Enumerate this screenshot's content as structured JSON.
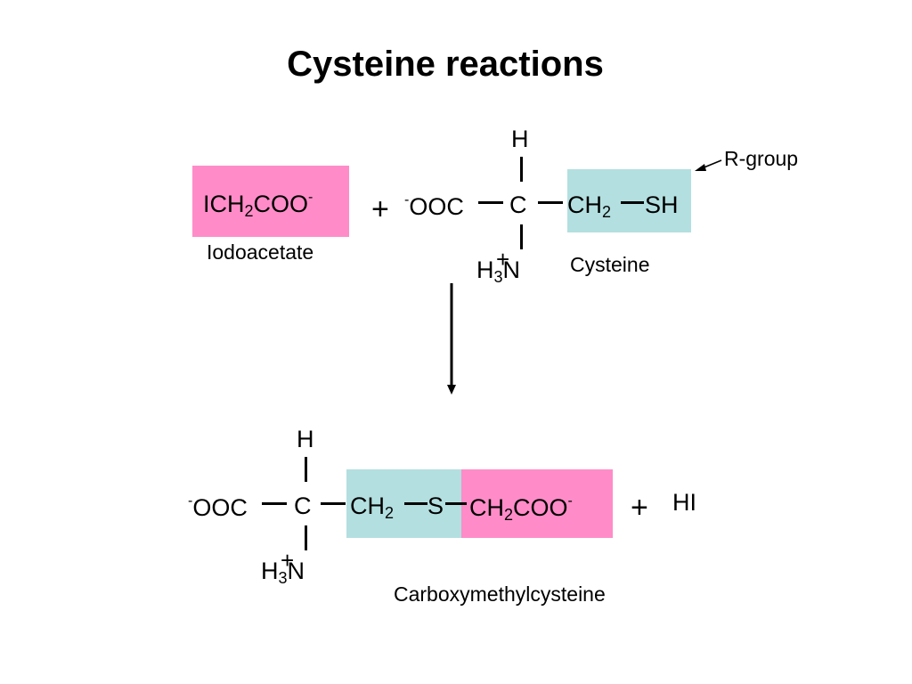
{
  "title": "Cysteine reactions",
  "colors": {
    "pink": "#ff8cc8",
    "blue": "#b3dfe0"
  },
  "reactants": {
    "iodoacetate": {
      "formula": [
        "ICH",
        "2",
        "COO",
        "-"
      ],
      "name": "Iodoacetate"
    },
    "plus": "+",
    "cysteine": {
      "top_h": "H",
      "carboxylate": [
        "-",
        "OOC"
      ],
      "alpha_c": "C",
      "ch2": [
        "CH",
        "2"
      ],
      "sh": "SH",
      "amine": [
        "H",
        "3",
        "+",
        "N"
      ],
      "name": "Cysteine"
    },
    "rgroup_label": "R-group"
  },
  "product": {
    "top_h": "H",
    "carboxylate": [
      "-",
      "OOC"
    ],
    "alpha_c": "C",
    "ch2": [
      "CH",
      "2"
    ],
    "s": "S",
    "ch2coo": [
      "CH",
      "2",
      "COO",
      "-"
    ],
    "amine": [
      "H",
      "3",
      "+",
      "N"
    ],
    "plus": "+",
    "hi": "HI",
    "name": "Carboxymethylcysteine"
  }
}
